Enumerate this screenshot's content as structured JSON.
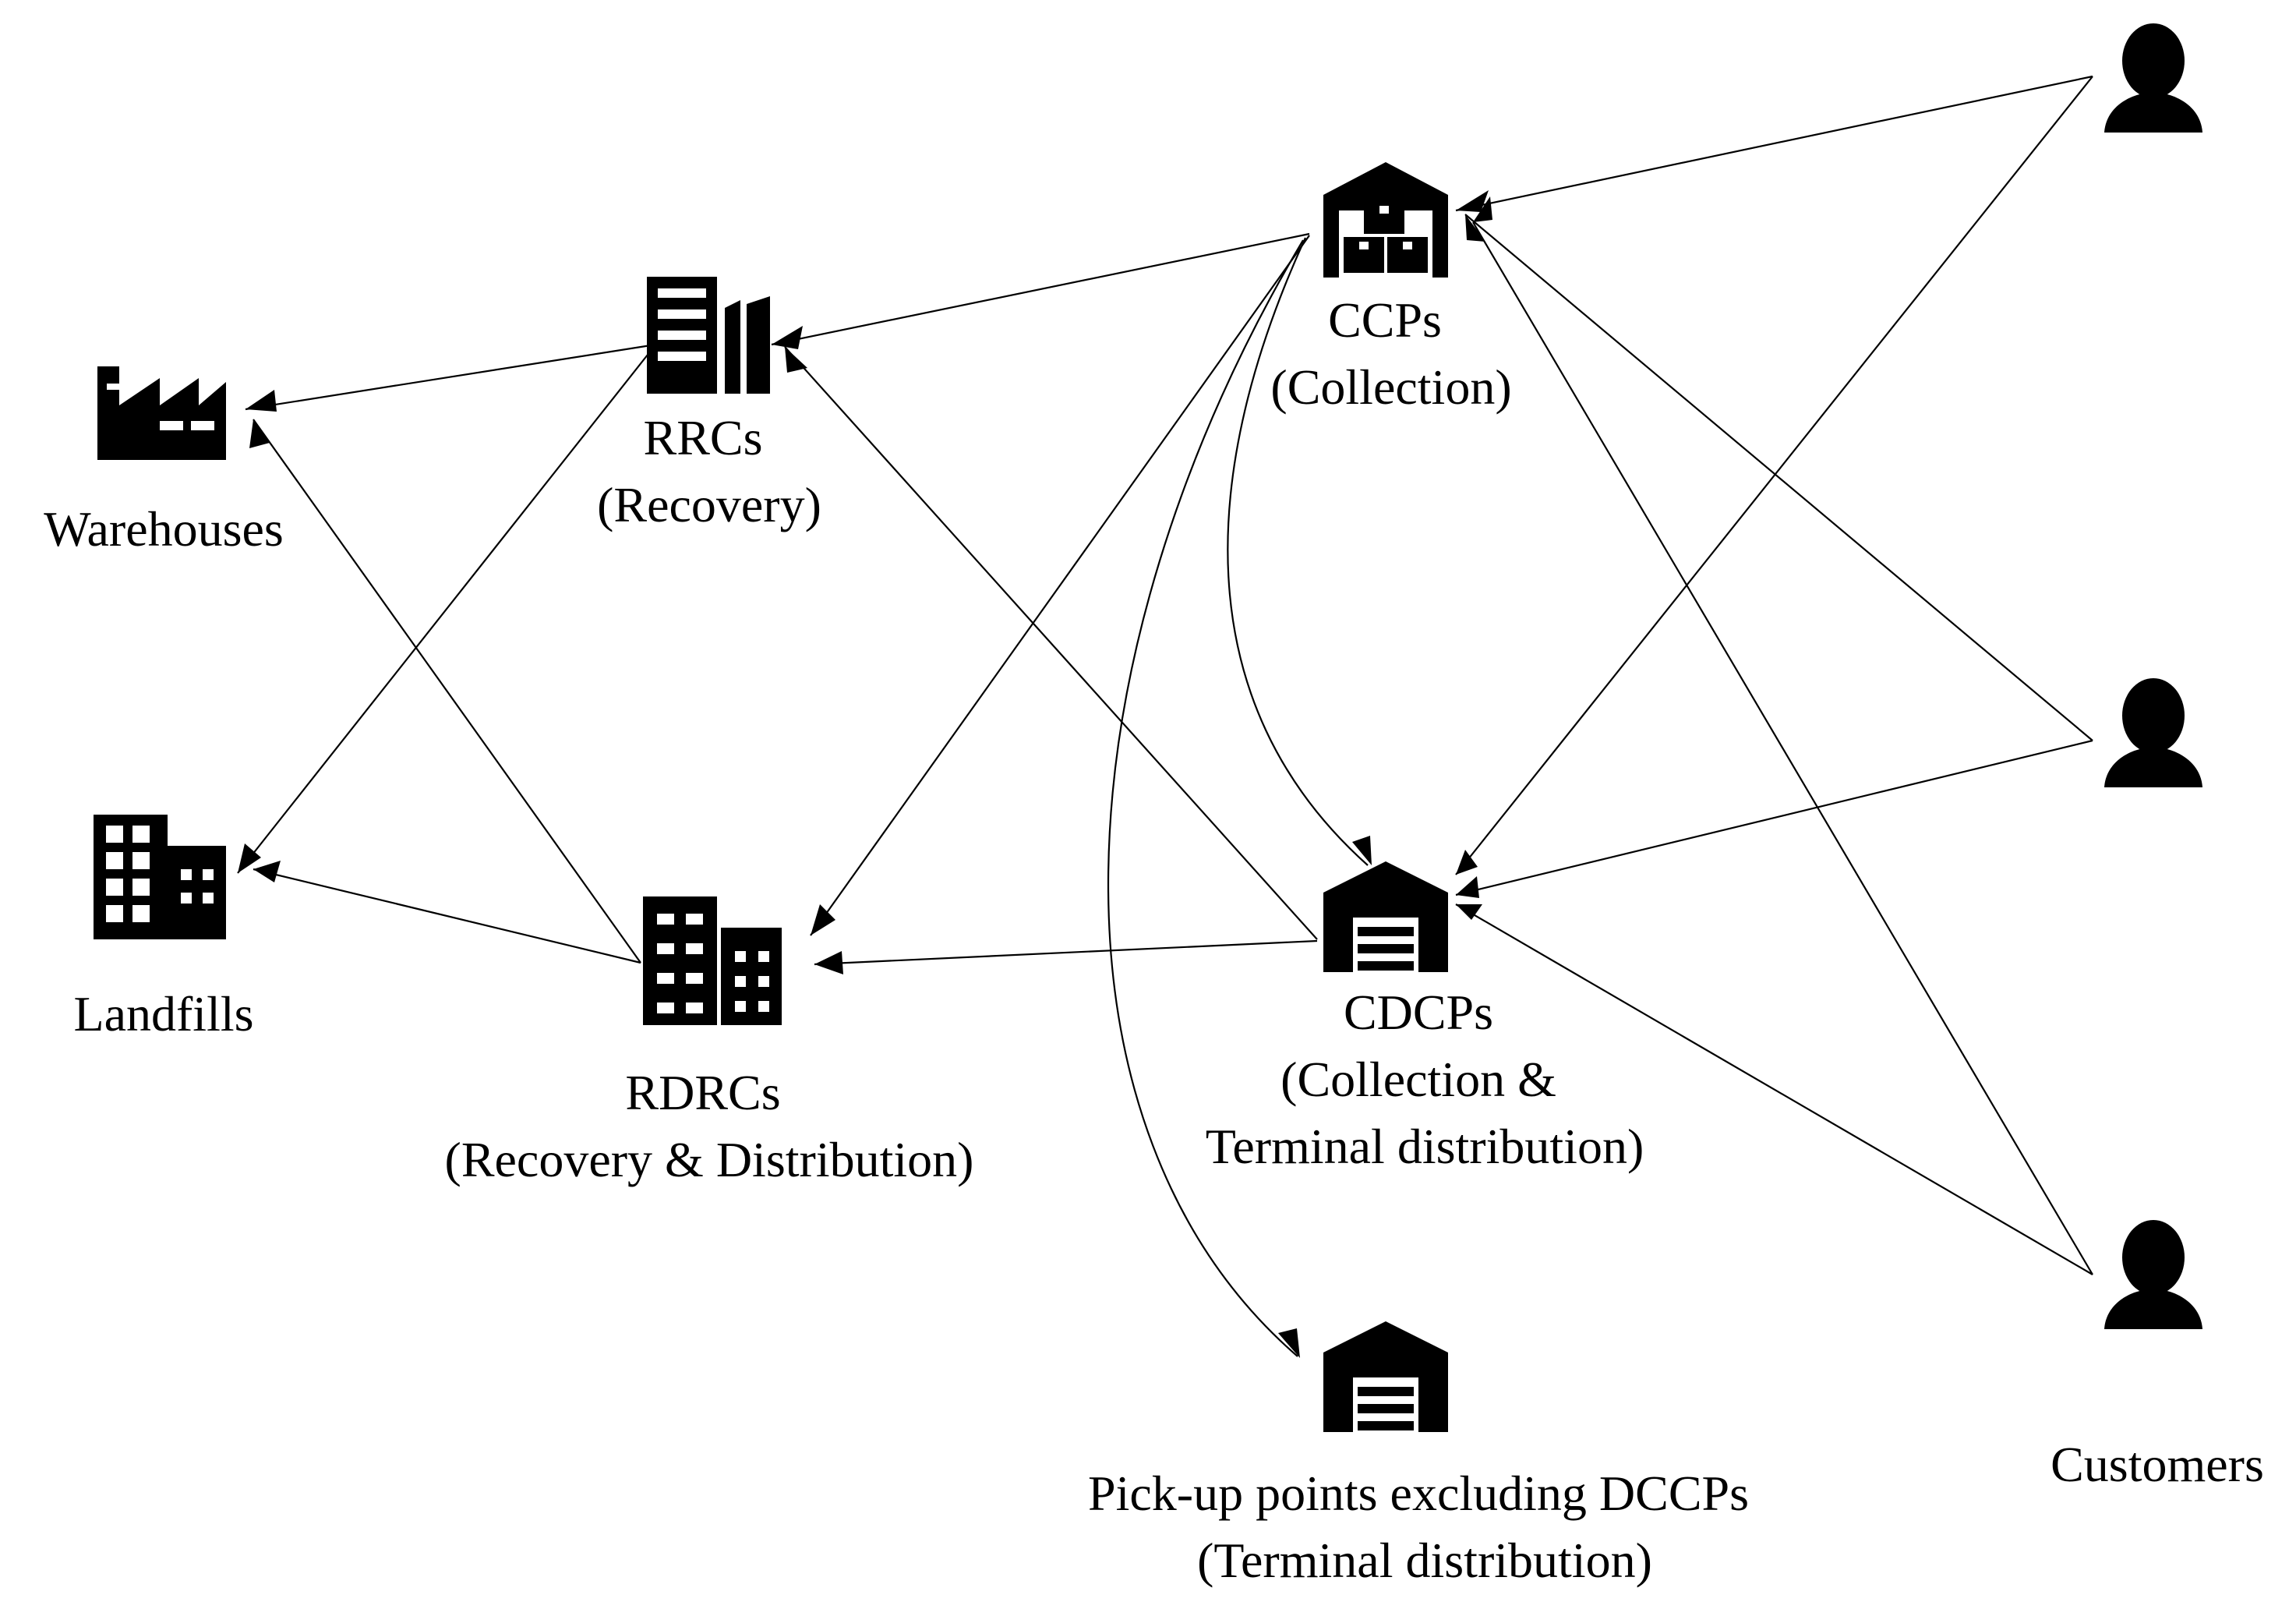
{
  "nodes": {
    "warehouses": {
      "label_lines": [
        "Warehouses"
      ],
      "icon": "factory-icon"
    },
    "landfills": {
      "label_lines": [
        "Landfills"
      ],
      "icon": "office-building-icon"
    },
    "rrcs": {
      "label_lines": [
        "RRCs",
        "(Recovery)"
      ],
      "icon": "tall-building-icon"
    },
    "rdrcs": {
      "label_lines": [
        "RDRCs",
        "(Recovery & Distribution)"
      ],
      "icon": "apartment-building-icon"
    },
    "ccps": {
      "label_lines": [
        "CCPs",
        "(Collection)"
      ],
      "icon": "warehouse-boxes-icon"
    },
    "cdcps": {
      "label_lines": [
        "CDCPs",
        "(Collection &",
        "Terminal distribution)"
      ],
      "icon": "warehouse-garage-icon"
    },
    "pickup": {
      "label_lines": [
        "Pick-up points excluding DCCPs",
        "(Terminal distribution)"
      ],
      "icon": "warehouse-garage-icon"
    },
    "customers": {
      "label_lines": [
        "Customers"
      ],
      "icon": "person-icon"
    }
  },
  "edges": [
    {
      "from": "customers",
      "to": "ccps"
    },
    {
      "from": "customers",
      "to": "cdcps"
    },
    {
      "from": "ccps",
      "to": "rrcs"
    },
    {
      "from": "ccps",
      "to": "rdrcs"
    },
    {
      "from": "ccps",
      "to": "cdcps"
    },
    {
      "from": "ccps",
      "to": "pickup"
    },
    {
      "from": "cdcps",
      "to": "rrcs"
    },
    {
      "from": "cdcps",
      "to": "rdrcs"
    },
    {
      "from": "rrcs",
      "to": "warehouses"
    },
    {
      "from": "rrcs",
      "to": "landfills"
    },
    {
      "from": "rdrcs",
      "to": "warehouses"
    },
    {
      "from": "rdrcs",
      "to": "landfills"
    }
  ]
}
